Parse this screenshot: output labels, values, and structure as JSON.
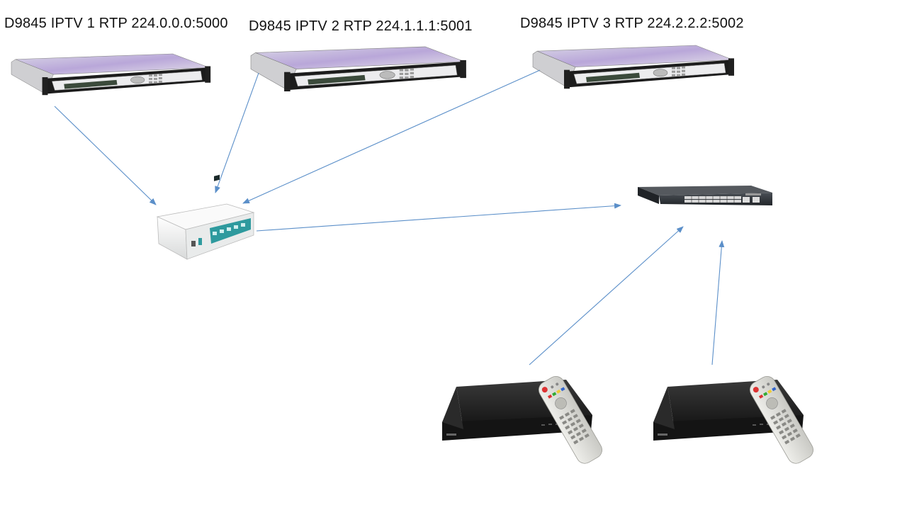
{
  "encoders": [
    {
      "label": "D9845 IPTV 1 RTP 224.0.0.0:5000",
      "icon": "satellite-receiver-rack-unit"
    },
    {
      "label": "D9845 IPTV 2 RTP 224.1.1.1:5001",
      "icon": "satellite-receiver-rack-unit"
    },
    {
      "label": "D9845 IPTV 3 RTP 224.2.2.2:5002",
      "icon": "satellite-receiver-rack-unit"
    }
  ],
  "router": {
    "icon": "router-box"
  },
  "switch": {
    "icon": "network-switch"
  },
  "set_top_boxes": [
    {
      "icon": "set-top-box-with-remote"
    },
    {
      "icon": "set-top-box-with-remote"
    }
  ],
  "colors": {
    "arrow": "#5b8fc9",
    "rack_body": "#2a2a2a",
    "rack_front": "#e8e8ea",
    "router_body": "#f0f1f1",
    "switch_body": "#2f3337",
    "stb_body": "#1e1e1e",
    "remote_body": "#dcdcd8"
  }
}
